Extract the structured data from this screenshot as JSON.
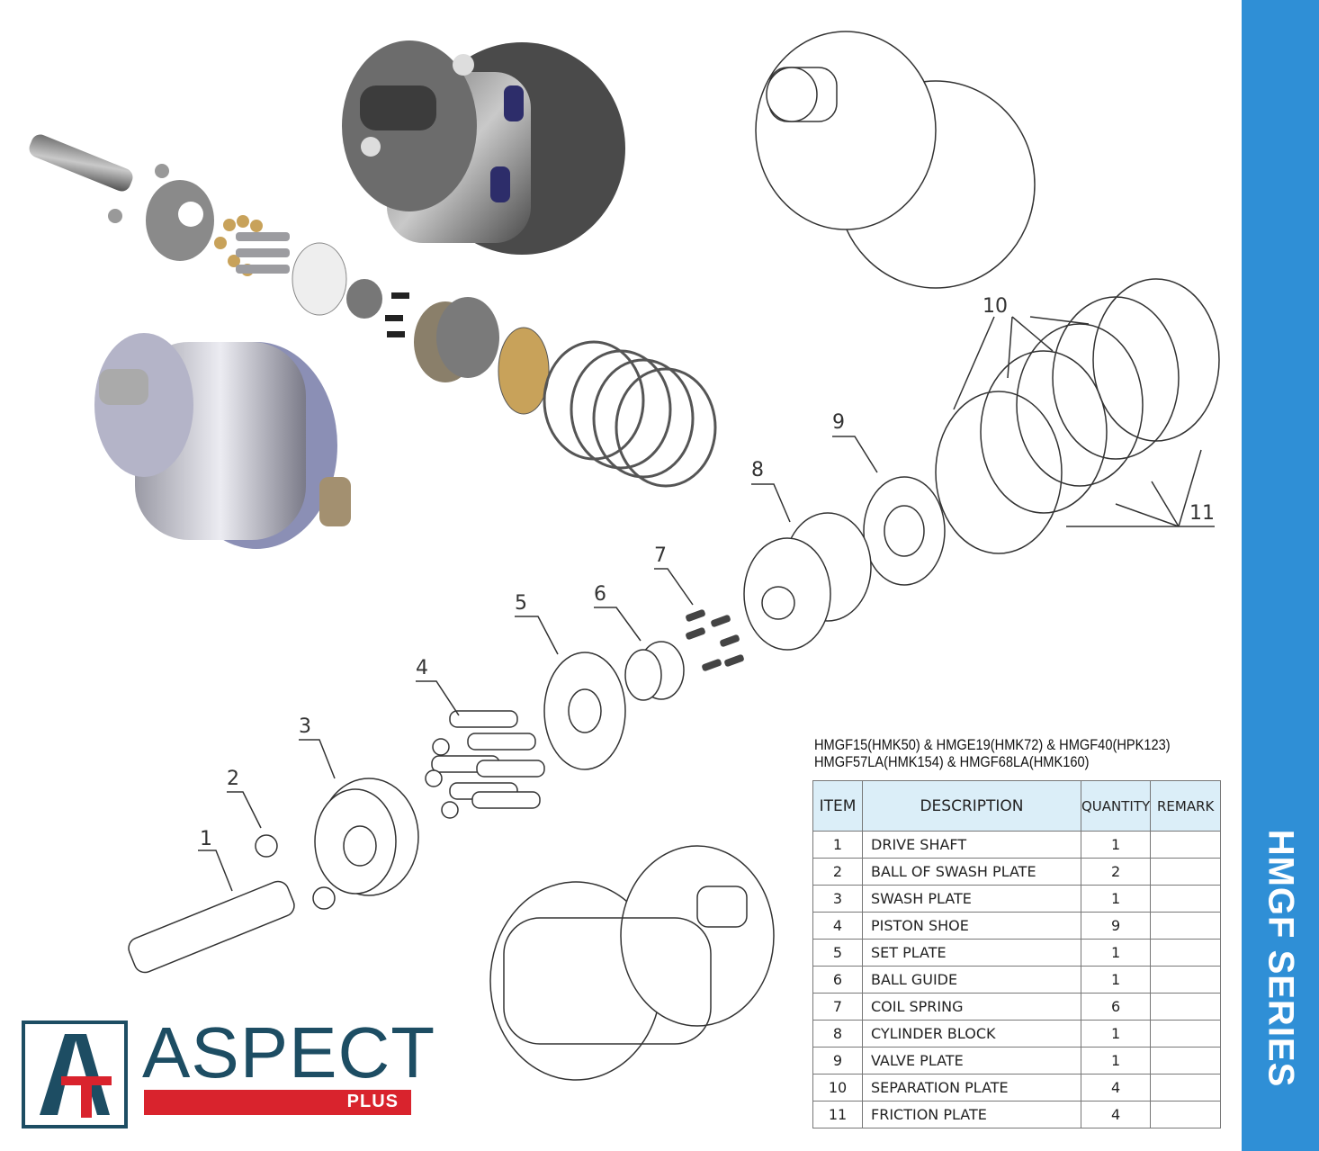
{
  "side_label": "HMGF SERIES",
  "models": {
    "line1": "HMGF15(HMK50) & HMGE19(HMK72) & HMGF40(HPK123)",
    "line2": "HMGF57LA(HMK154) & HMGF68LA(HMK160)"
  },
  "table": {
    "headers": {
      "item": "ITEM",
      "description": "DESCRIPTION",
      "quantity": "QUANTITY",
      "remark": "REMARK"
    },
    "rows": [
      {
        "item": "1",
        "description": "DRIVE SHAFT",
        "quantity": "1",
        "remark": ""
      },
      {
        "item": "2",
        "description": "BALL OF SWASH PLATE",
        "quantity": "2",
        "remark": ""
      },
      {
        "item": "3",
        "description": "SWASH PLATE",
        "quantity": "1",
        "remark": ""
      },
      {
        "item": "4",
        "description": "PISTON SHOE",
        "quantity": "9",
        "remark": ""
      },
      {
        "item": "5",
        "description": "SET PLATE",
        "quantity": "1",
        "remark": ""
      },
      {
        "item": "6",
        "description": "BALL GUIDE",
        "quantity": "1",
        "remark": ""
      },
      {
        "item": "7",
        "description": "COIL SPRING",
        "quantity": "6",
        "remark": ""
      },
      {
        "item": "8",
        "description": "CYLINDER BLOCK",
        "quantity": "1",
        "remark": ""
      },
      {
        "item": "9",
        "description": "VALVE PLATE",
        "quantity": "1",
        "remark": ""
      },
      {
        "item": "10",
        "description": "SEPARATION PLATE",
        "quantity": "4",
        "remark": ""
      },
      {
        "item": "11",
        "description": "FRICTION PLATE",
        "quantity": "4",
        "remark": ""
      }
    ]
  },
  "callouts": [
    "1",
    "2",
    "3",
    "4",
    "5",
    "6",
    "7",
    "8",
    "9",
    "10",
    "11"
  ],
  "logo": {
    "brand": "ASPECT",
    "sub": "PLUS",
    "colors": {
      "navy": "#1d4d63",
      "red": "#d9232d"
    }
  },
  "accent_color": "#2f8fd6"
}
